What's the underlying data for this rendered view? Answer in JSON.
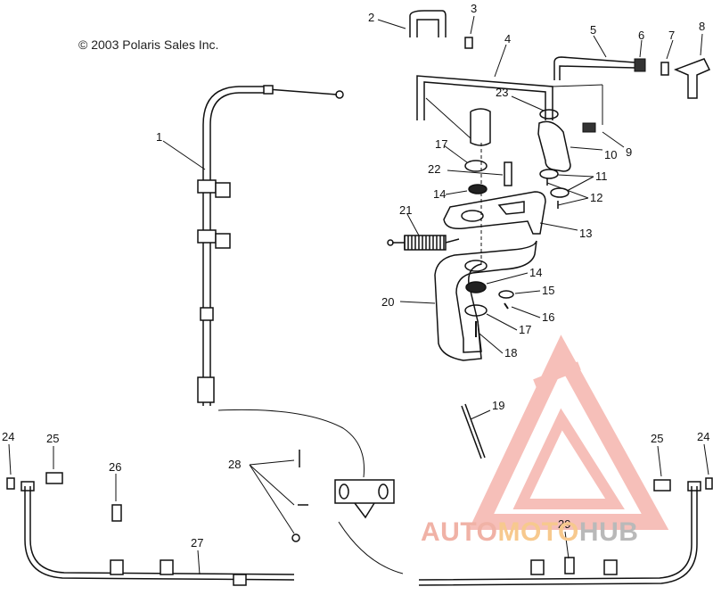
{
  "copyright": "© 2003 Polaris Sales Inc.",
  "callouts": [
    "1",
    "2",
    "3",
    "4",
    "5",
    "6",
    "7",
    "8",
    "9",
    "10",
    "11",
    "12",
    "13",
    "14",
    "15",
    "16",
    "17",
    "18",
    "19",
    "20",
    "21",
    "22",
    "23",
    "24",
    "25",
    "26",
    "27",
    "28",
    "29"
  ],
  "watermark": {
    "part1": "AUTO",
    "part2": "MOTO",
    "part3": "HUB"
  },
  "colors": {
    "line": "#111111",
    "watermark_red": "#f08c80",
    "watermark_orange": "#f5b05e",
    "watermark_gray": "#a8a8a8"
  }
}
